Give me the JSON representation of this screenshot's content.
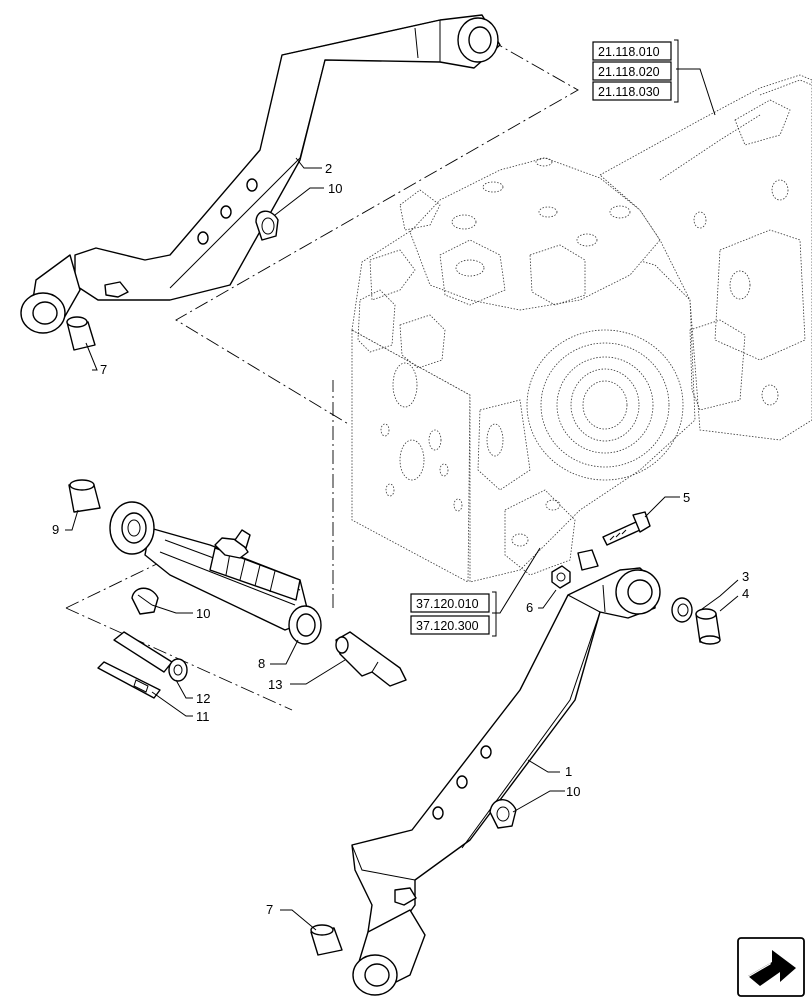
{
  "callouts": {
    "c1": "1",
    "c2": "2",
    "c3": "3",
    "c4": "4",
    "c5": "5",
    "c6": "6",
    "c7_top": "7",
    "c7_bottom": "7",
    "c8": "8",
    "c9": "9",
    "c10_top": "10",
    "c10_mid": "10",
    "c10_bottom": "10",
    "c11": "11",
    "c12": "12",
    "c13": "13"
  },
  "references": {
    "top": [
      "21.118.010",
      "21.118.020",
      "21.118.030"
    ],
    "bottom": [
      "37.120.010",
      "37.120.300"
    ]
  },
  "icons": {
    "nav": "next-page-arrow-icon"
  }
}
